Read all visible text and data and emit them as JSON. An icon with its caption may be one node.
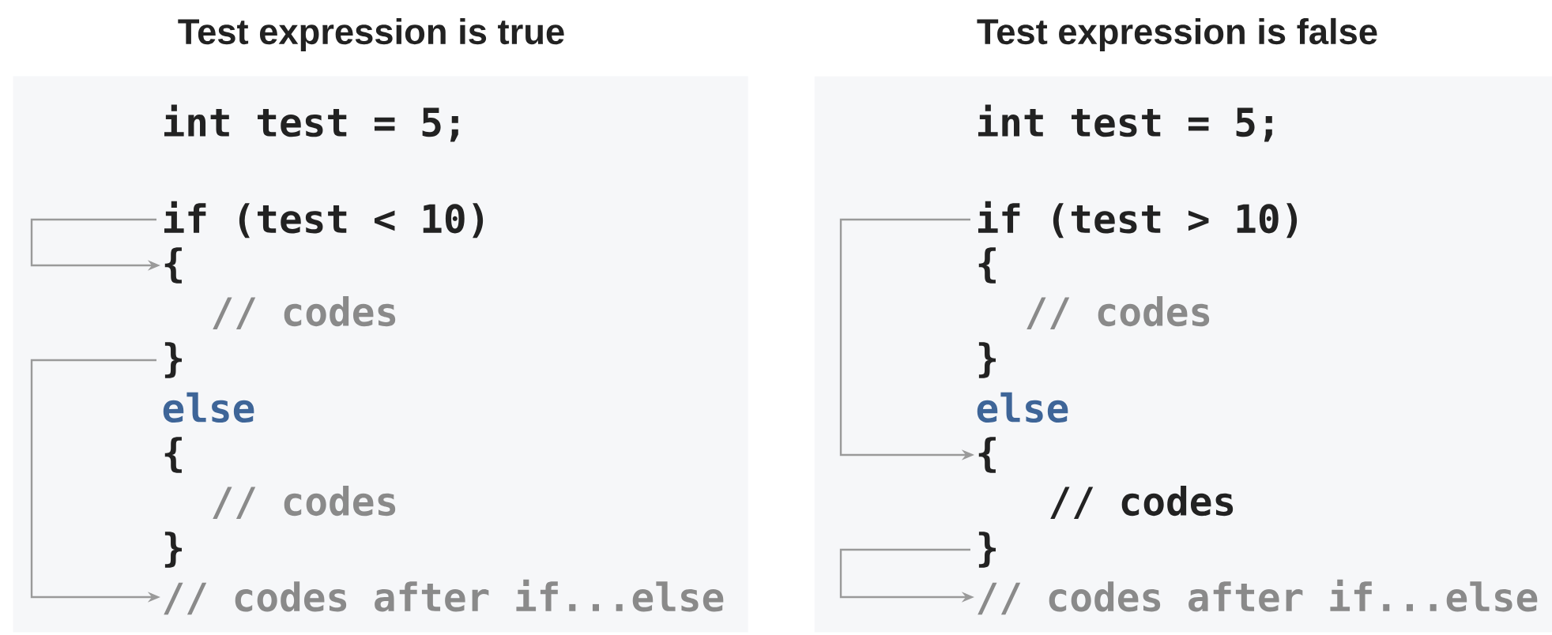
{
  "diagram": {
    "nodes": [
      {
        "text": [
          "Test expression is true"
        ]
      },
      {
        "text": [
          "int test = 5;"
        ],
        "in": 0
      },
      {
        "text": [
          "if (test < 10)"
        ],
        "in": 0
      },
      {
        "text": [
          "{"
        ],
        "in": 0
      },
      {
        "text": [
          "// codes"
        ],
        "in": 0
      },
      {
        "text": [
          "}"
        ],
        "in": 0
      },
      {
        "text": [
          "else"
        ],
        "in": 0
      },
      {
        "text": [
          "{"
        ],
        "in": 0
      },
      {
        "text": [
          "// codes"
        ],
        "in": 0
      },
      {
        "text": [
          "}"
        ],
        "in": 0
      },
      {
        "text": [
          "// codes after if...else"
        ],
        "in": 0
      },
      {
        "text": [
          "Test expression is false"
        ]
      },
      {
        "text": [
          "int test = 5;"
        ],
        "in": 11
      },
      {
        "text": [
          "if (test > 10)"
        ],
        "in": 11
      },
      {
        "text": [
          "{"
        ],
        "in": 11
      },
      {
        "text": [
          "// codes"
        ],
        "in": 11
      },
      {
        "text": [
          "}"
        ],
        "in": 11
      },
      {
        "text": [
          "else"
        ],
        "in": 11
      },
      {
        "text": [
          "{"
        ],
        "in": 11
      },
      {
        "text": [
          "// codes"
        ],
        "in": 11
      },
      {
        "text": [
          "}"
        ],
        "in": 11
      },
      {
        "text": [
          "// codes after if...else"
        ],
        "in": 11
      }
    ],
    "edges": [
      {
        "from": 2,
        "to": 3,
        "arrow": "to"
      },
      {
        "from": 5,
        "to": 10,
        "arrow": "to"
      },
      {
        "from": 13,
        "to": 18,
        "arrow": "to"
      },
      {
        "from": 20,
        "to": 21,
        "arrow": "to"
      }
    ]
  }
}
